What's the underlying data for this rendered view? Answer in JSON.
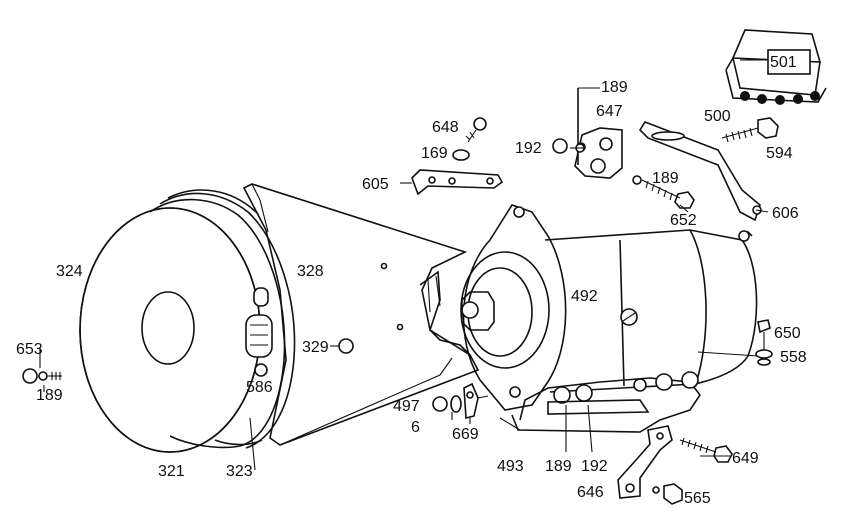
{
  "parts": {
    "p501": "501",
    "p189a": "189",
    "p647": "647",
    "p500": "500",
    "p594": "594",
    "p648": "648",
    "p192a": "192",
    "p169": "169",
    "p605": "605",
    "p189b": "189",
    "p652": "652",
    "p606": "606",
    "p324": "324",
    "p328": "328",
    "p492": "492",
    "p650": "650",
    "p558": "558",
    "p653": "653",
    "p189c": "189",
    "p329": "329",
    "p586": "586",
    "p497": "497",
    "p6": "6",
    "p669": "669",
    "p493": "493",
    "p189d": "189",
    "p192b": "192",
    "p649": "649",
    "p646": "646",
    "p565": "565",
    "p321": "321",
    "p323": "323"
  }
}
